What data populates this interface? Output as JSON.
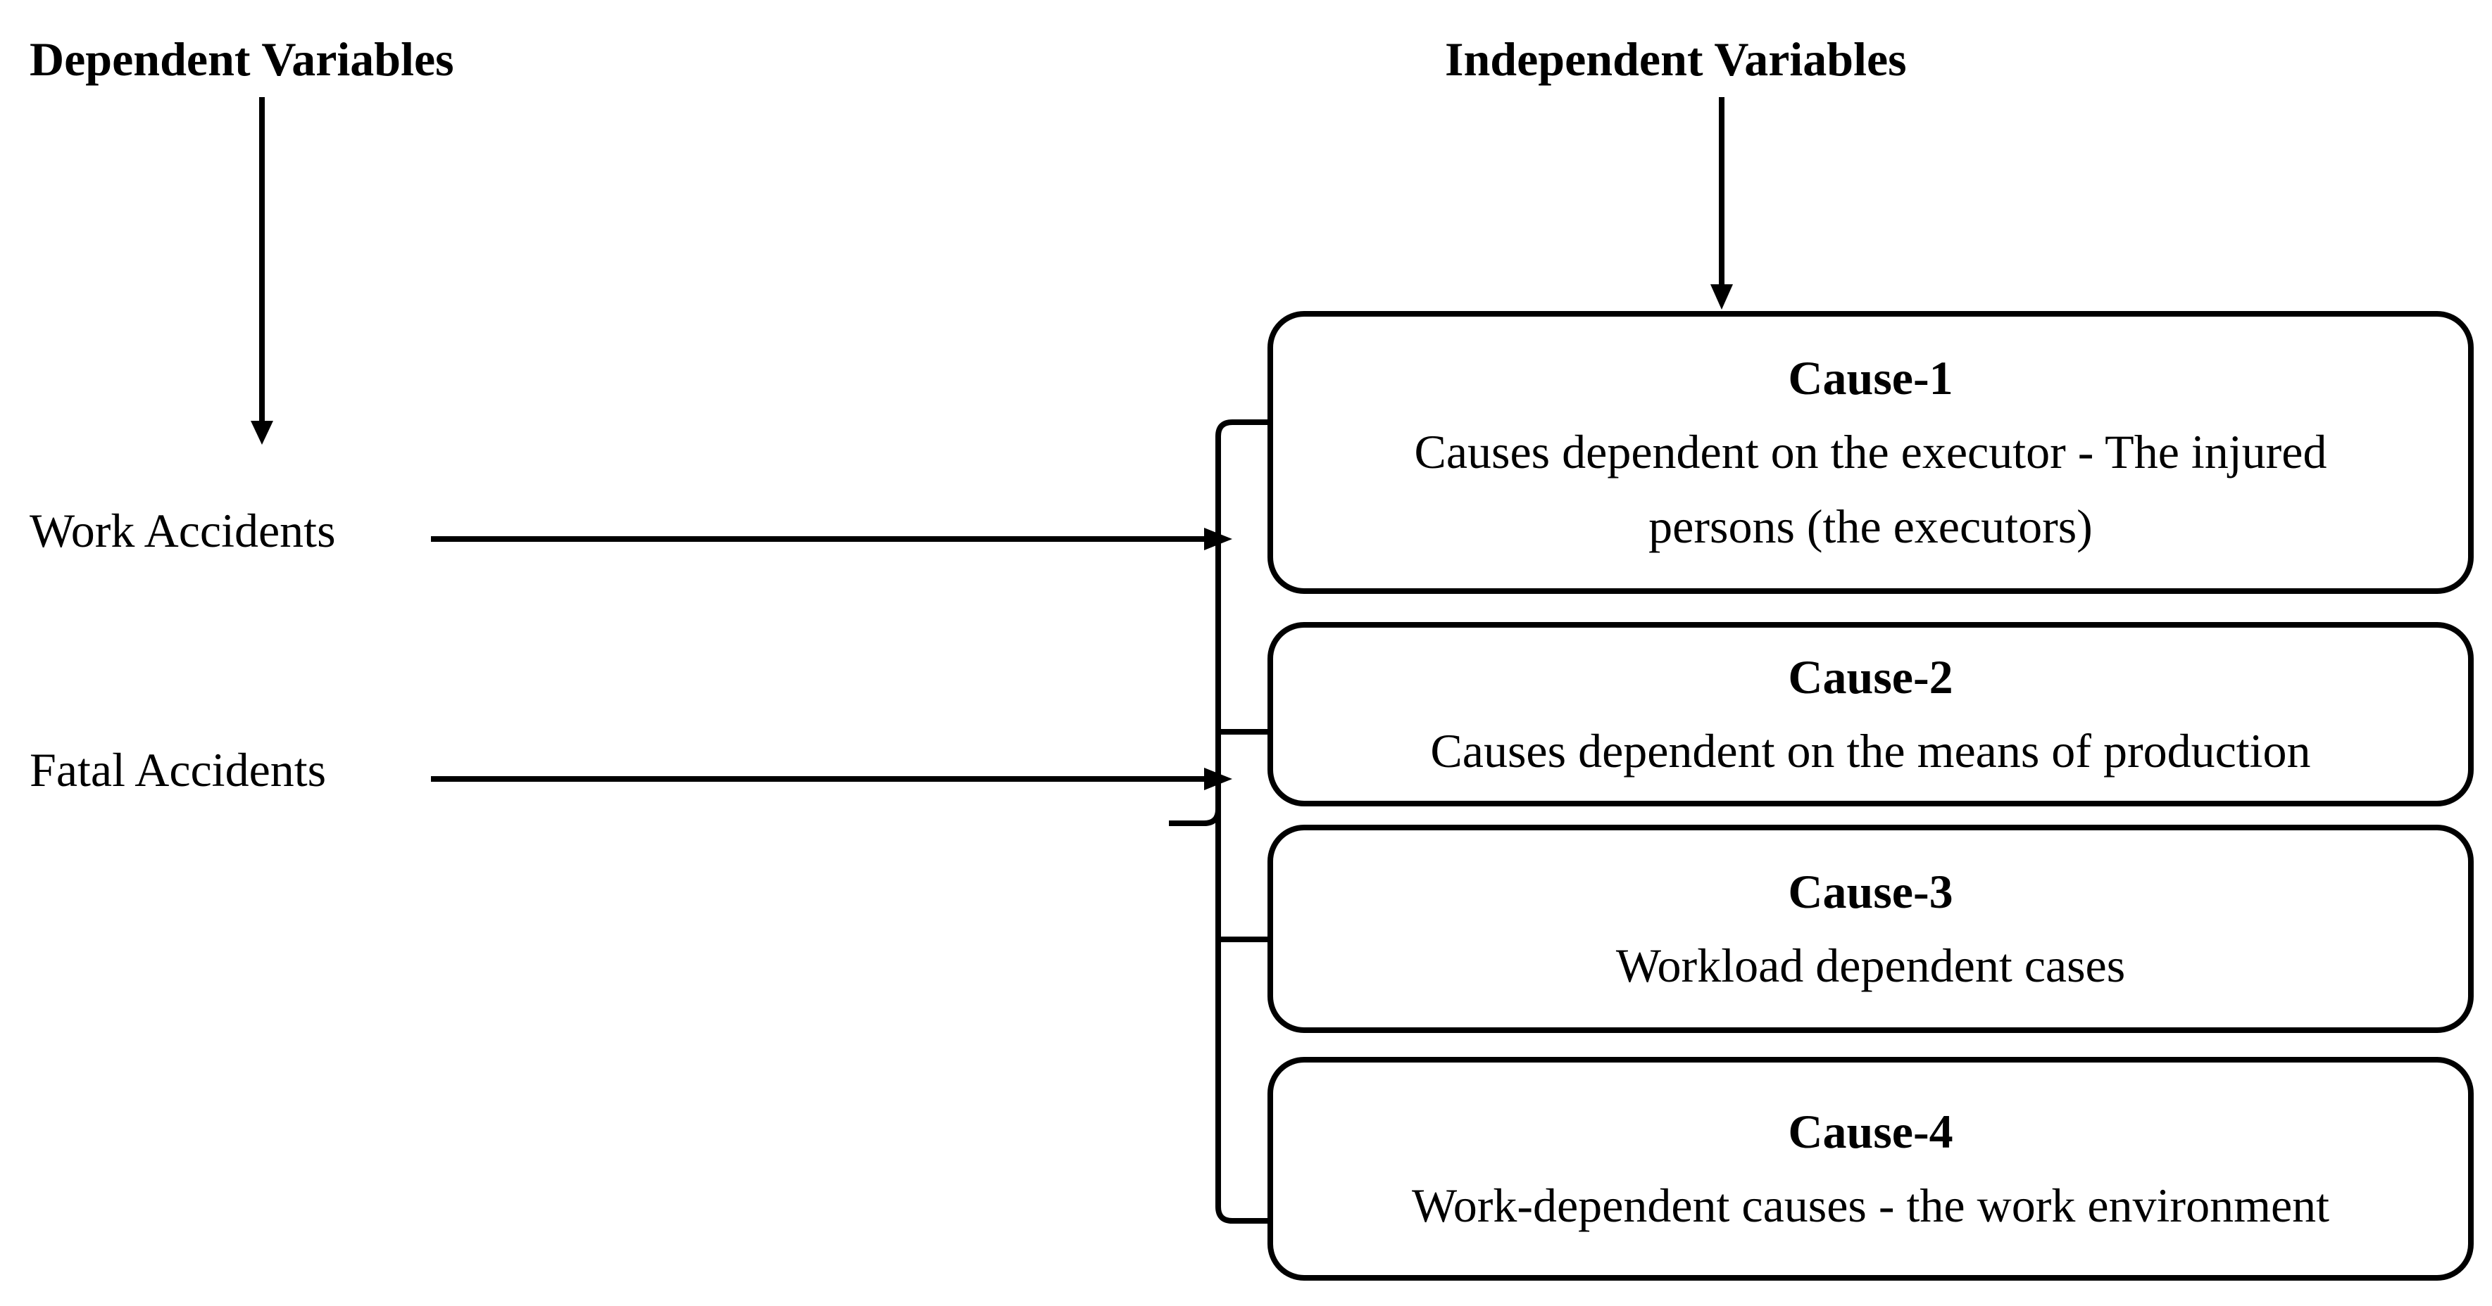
{
  "headings": {
    "dependent": "Dependent Variables",
    "independent": "Independent Variables"
  },
  "dependent_variables": [
    "Work Accidents",
    "Fatal Accidents"
  ],
  "causes": [
    {
      "title": "Cause-1",
      "description_lines": [
        "Causes dependent on the executor - The injured",
        "persons (the executors)"
      ]
    },
    {
      "title": "Cause-2",
      "description_lines": [
        "Causes dependent on the means of production"
      ]
    },
    {
      "title": "Cause-3",
      "description_lines": [
        "Workload dependent cases"
      ]
    },
    {
      "title": "Cause-4",
      "description_lines": [
        "Work-dependent causes - the work environment"
      ]
    }
  ]
}
